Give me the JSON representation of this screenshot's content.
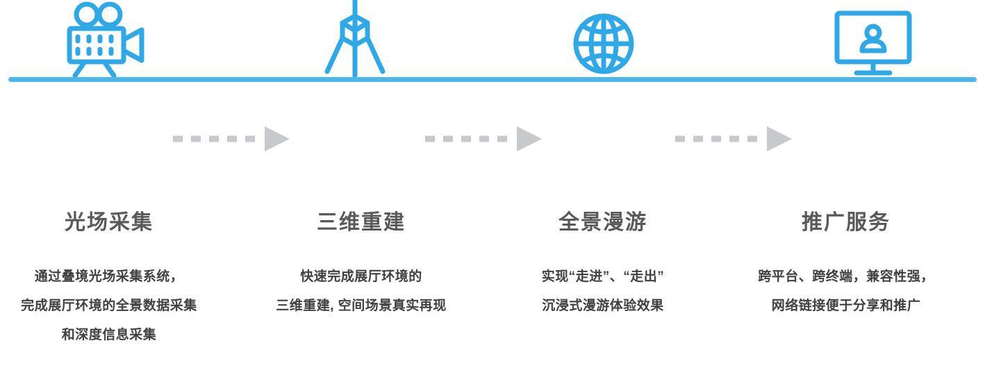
{
  "diagram": {
    "accent_color": "#2fa8e8",
    "baseline_color": "#4cb6ef",
    "arrow_color": "#c8c9cc",
    "title_color": "#595959",
    "desc_color": "#404040",
    "steps": [
      {
        "icon": "film-camera-icon",
        "title": "光场采集",
        "desc_lines": [
          "通过叠境光场采集系统，",
          "完成展厅环境的全景数据采集",
          "和深度信息采集"
        ]
      },
      {
        "icon": "3d-tripod-scanner-icon",
        "title": "三维重建",
        "desc_lines": [
          "快速完成展厅环境的",
          "三维重建, 空间场景真实再现"
        ]
      },
      {
        "icon": "globe-icon",
        "title": "全景漫游",
        "desc_lines": [
          "实现“走进”、“走出”",
          "沉浸式漫游体验效果"
        ]
      },
      {
        "icon": "desktop-monitor-user-icon",
        "title": "推广服务",
        "desc_lines": [
          "跨平台、跨终端，兼容性强，",
          "网络链接便于分享和推广"
        ]
      }
    ],
    "arrows": [
      {
        "name": "arrow-step-1-to-2"
      },
      {
        "name": "arrow-step-2-to-3"
      },
      {
        "name": "arrow-step-3-to-4"
      }
    ]
  }
}
